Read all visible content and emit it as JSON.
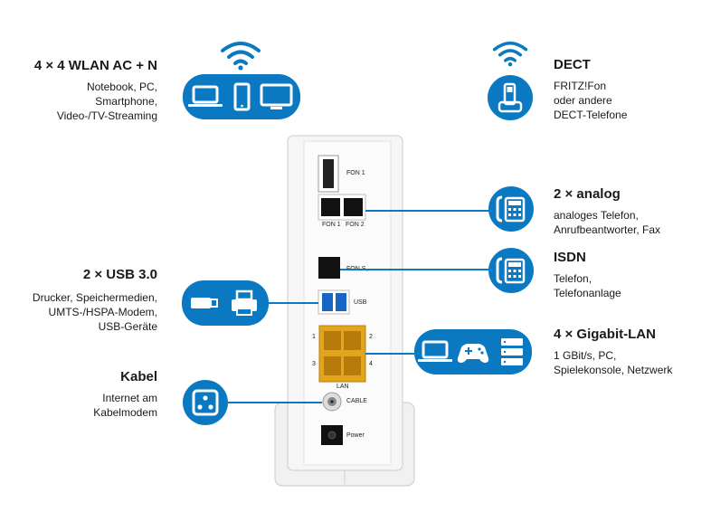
{
  "wlan": {
    "title": "4 × 4 WLAN AC + N",
    "lines": [
      "Notebook, PC,",
      "Smartphone,",
      "Video-/TV-Streaming"
    ]
  },
  "usb": {
    "title": "2 × USB 3.0",
    "lines": [
      "Drucker, Speichermedien,",
      "UMTS-/HSPA-Modem,",
      "USB-Geräte"
    ]
  },
  "kabel": {
    "title": "Kabel",
    "lines": [
      "Internet am",
      "Kabelmodem"
    ]
  },
  "dect": {
    "title": "DECT",
    "lines": [
      "FRITZ!Fon",
      "oder andere",
      "DECT-Telefone"
    ]
  },
  "analog": {
    "title": "2 × analog",
    "lines": [
      "analoges Telefon,",
      "Anrufbeantworter, Fax"
    ]
  },
  "isdn": {
    "title": "ISDN",
    "lines": [
      "Telefon,",
      "Telefonanlage"
    ]
  },
  "lan": {
    "title": "4 × Gigabit-LAN",
    "lines": [
      "1 GBit/s, PC,",
      "Spielekonsole, Netzwerk"
    ]
  },
  "ports": {
    "fon1": "FON 1",
    "fon1b": "FON 1",
    "fon2": "FON 2",
    "fons": "FON S₀",
    "usb": "USB",
    "lan": "LAN",
    "lan1": "1",
    "lan2": "2",
    "lan3": "3",
    "lan4": "4",
    "cable": "CABLE",
    "power": "Power"
  },
  "colors": {
    "accent": "#0a79c2",
    "lan_port": "#e3a51c",
    "device": "#f4f4f4"
  },
  "icons": [
    "wifi-icon",
    "laptop-icon",
    "smartphone-icon",
    "monitor-icon",
    "dect-phone-icon",
    "desk-phone-icon",
    "usb-stick-icon",
    "printer-icon",
    "gamepad-icon",
    "server-icon",
    "coax-socket-icon"
  ]
}
